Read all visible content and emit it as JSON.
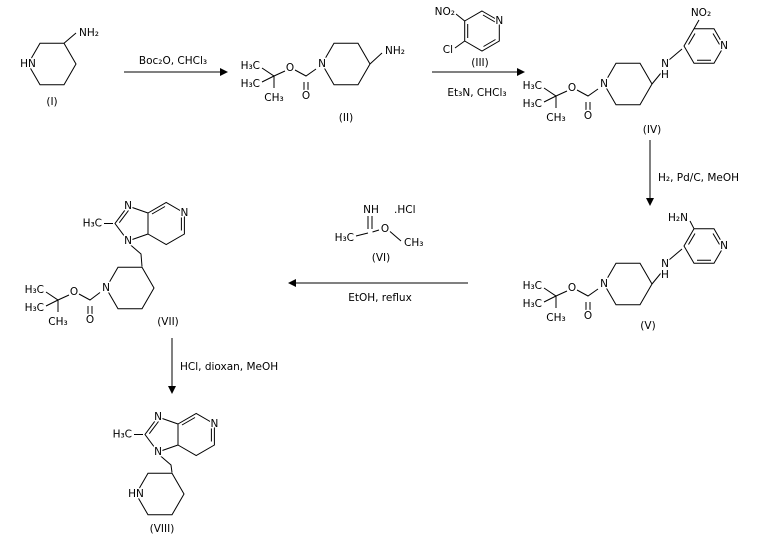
{
  "scheme_title": "multi-step-synthesis-scheme",
  "colors": {
    "bond": "#000000",
    "background": "#ffffff"
  },
  "compounds": {
    "I": "(I)",
    "II": "(II)",
    "III": "(III)",
    "IV": "(IV)",
    "V": "(V)",
    "VI": "(VI)",
    "VII": "(VII)",
    "VIII": "(VIII)"
  },
  "reagents": {
    "step1": "Boc₂O, CHCl₃",
    "step2": "Et₃N, CHCl₃",
    "step3": "H₂, Pd/C, MeOH",
    "step4": "EtOH, reflux",
    "step5": "HCl, dioxan, MeOH"
  },
  "atoms": {
    "hn": "HN",
    "nh2": "NH₂",
    "n": "N",
    "h": "H",
    "o": "O",
    "h3c": "H₃C",
    "ch3": "CH₃",
    "no2": "NO₂",
    "cl": "Cl",
    "h2n": "H₂N",
    "nh": "NH",
    "hcl_salt": ".HCl"
  }
}
